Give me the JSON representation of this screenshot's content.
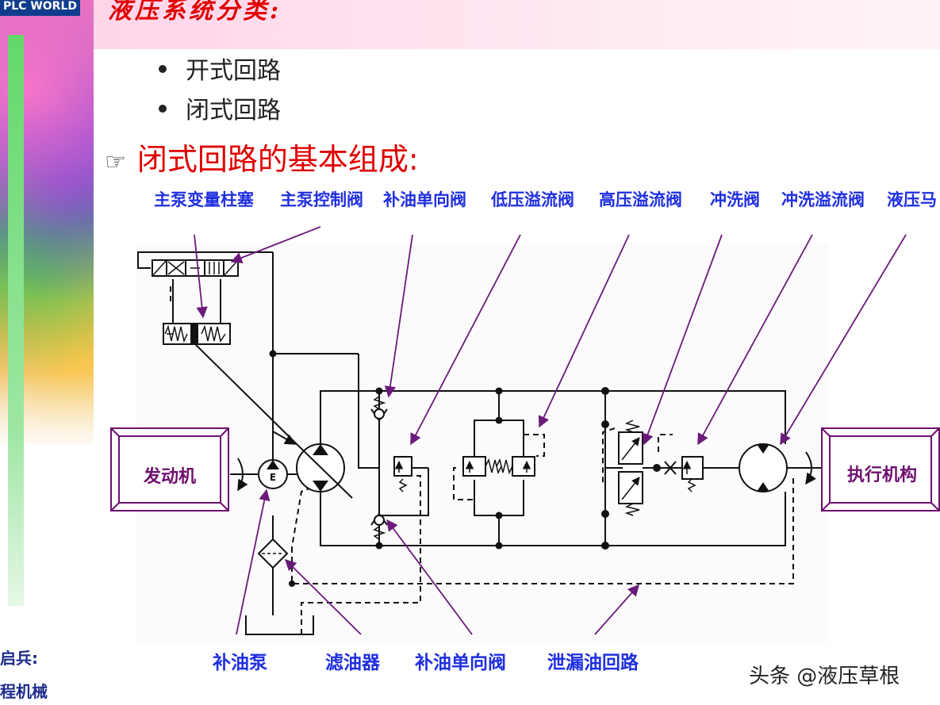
{
  "logo": "PLC WORLD",
  "title": "液压系统分类:",
  "bullets": [
    "开式回路",
    "闭式回路"
  ],
  "heading": "闭式回路的基本组成:",
  "heading_icon": "pointing-hand-icon",
  "top_labels": [
    "主泵变量柱塞",
    "主泵控制阀",
    "补油单向阀",
    "低压溢流阀",
    "高压溢流阀",
    "冲洗阀",
    "冲洗溢流阀",
    "液压马"
  ],
  "bottom_labels": [
    "补油泵",
    "滤油器",
    "补油单向阀",
    "泄漏油回路"
  ],
  "engine_label": "发动机",
  "actuator_label": "执行机构",
  "pump_letter": "E",
  "author_lines": [
    "启兵:",
    "程机械"
  ],
  "watermark": "头条 @液压草根",
  "colors": {
    "title": "#e00000",
    "label": "#1f2fe0",
    "leader": "#6a1a7a",
    "box_text": "#6e1070"
  }
}
